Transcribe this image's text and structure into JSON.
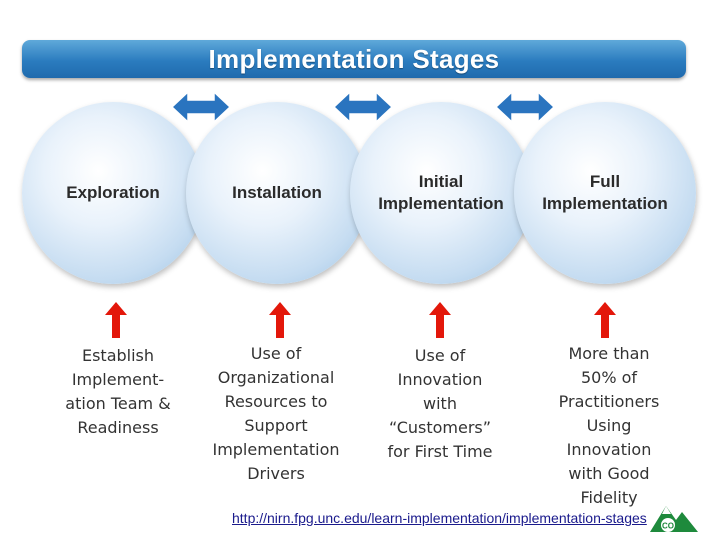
{
  "title": "Implementation Stages",
  "stages": [
    {
      "label": "Exploration"
    },
    {
      "label": "Installation"
    },
    {
      "label": "Initial\nImplementation"
    },
    {
      "label": "Full\nImplementation"
    }
  ],
  "descriptions": [
    "Establish\nImplement-\nation Team &\nReadiness",
    "Use of\nOrganizational\nResources to\nSupport\nImplementation\nDrivers",
    "Use of\nInnovation\nwith\n“Customers”\nfor First Time",
    "More than\n50% of\nPractitioners\nUsing\nInnovation\nwith Good\nFidelity"
  ],
  "link": "http://nirn.fpg.unc.edu/learn-implementation/implementation-stages",
  "logo": {
    "text": "CO"
  },
  "colors": {
    "title_bar": "#2b7cbf",
    "circle_edge": "#97bfe2",
    "double_arrow": "#2a74bf",
    "up_arrow": "#e3170a",
    "logo_green": "#1e8a3c"
  }
}
